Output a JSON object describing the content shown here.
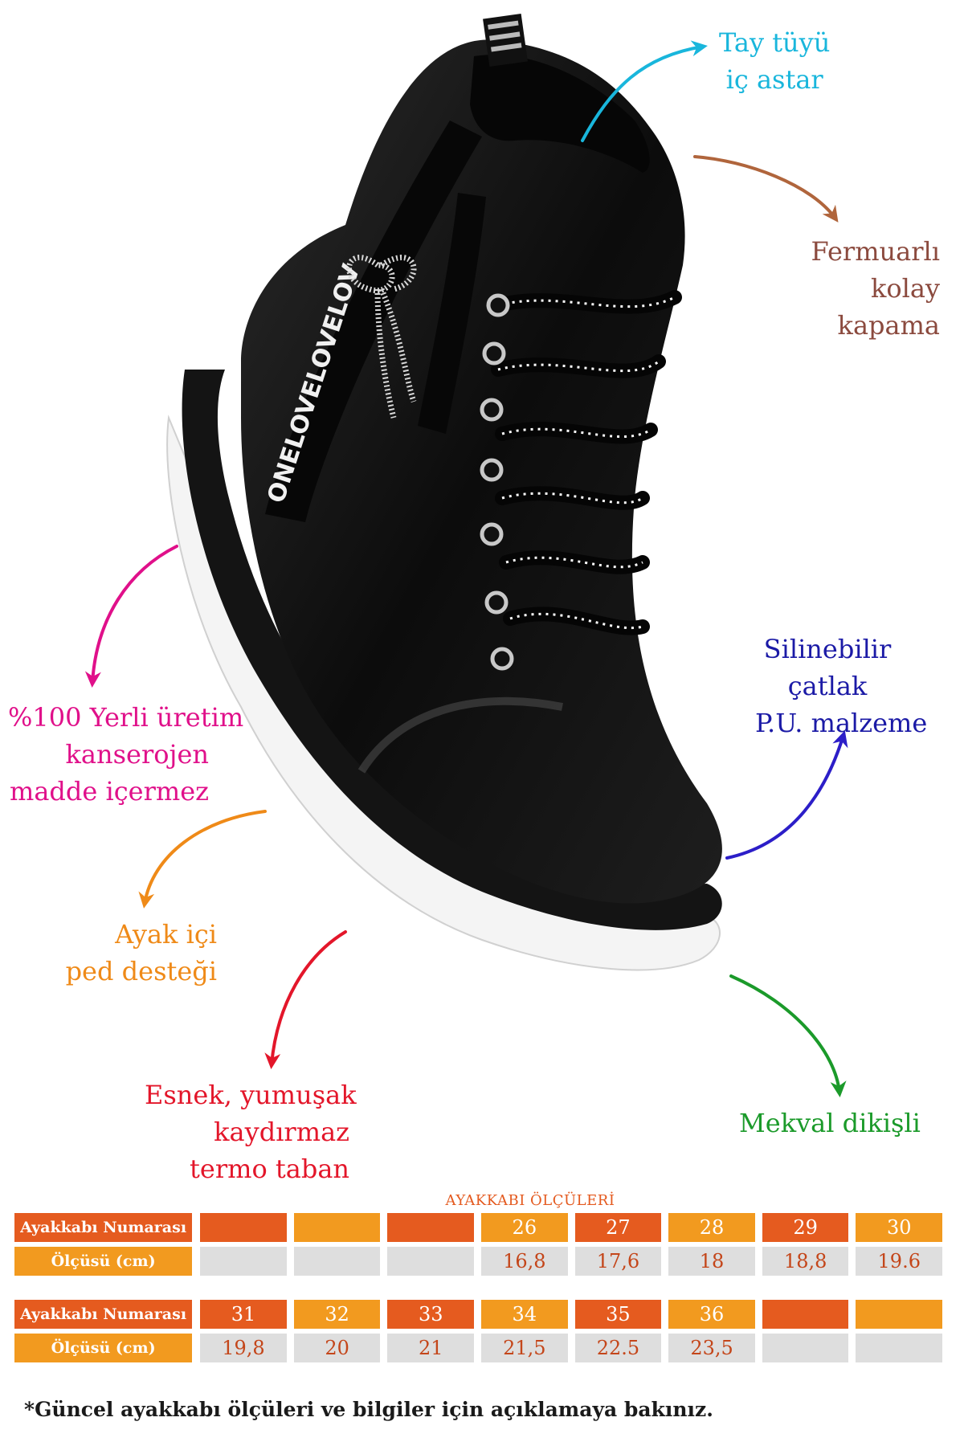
{
  "features": {
    "astar": [
      "Tay tüyü",
      "iç astar"
    ],
    "fermuar": [
      "Fermuarlı",
      "kolay",
      "kapama"
    ],
    "yerli": [
      "%100 Yerli üretim",
      "kanserojen",
      "madde içermez"
    ],
    "silinebilir": [
      "Silinebilir",
      "çatlak",
      "P.U. malzeme"
    ],
    "ped": [
      "Ayak içi",
      "ped desteği"
    ],
    "esnek": [
      "Esnek, yumuşak",
      "kaydırmaz",
      "termo  taban"
    ],
    "mekval": [
      "Mekval dikişli"
    ]
  },
  "boot_lettering": "ONELOVELOVELOV",
  "colors": {
    "astar": "#19b6dc",
    "fermuar": "#8b4a3e",
    "yerli": "#e0108a",
    "silinebilir": "#1b1aa6",
    "ped": "#ef8a18",
    "esnek": "#e3162a",
    "mekval": "#1b9a2a",
    "orange_red": "#e55b1f",
    "orange": "#f29a1f",
    "grey": "#dedede"
  },
  "size_table": {
    "title": "AYAKKABI ÖLÇÜLERİ",
    "number_label": "Ayakkabı Numarası",
    "measure_label": "Ölçüsü (cm)",
    "tables": [
      {
        "numbers": [
          "",
          "",
          "",
          "26",
          "27",
          "28",
          "29",
          "30"
        ],
        "measures": [
          "",
          "",
          "",
          "16,8",
          "17,6",
          "18",
          "18,8",
          "19.6"
        ]
      },
      {
        "numbers": [
          "31",
          "32",
          "33",
          "34",
          "35",
          "36",
          "",
          ""
        ],
        "measures": [
          "19,8",
          "20",
          "21",
          "21,5",
          "22.5",
          "23,5",
          "",
          ""
        ]
      }
    ]
  },
  "footnote": "*Güncel ayakkabı ölçüleri ve bilgiler için açıklamaya bakınız."
}
